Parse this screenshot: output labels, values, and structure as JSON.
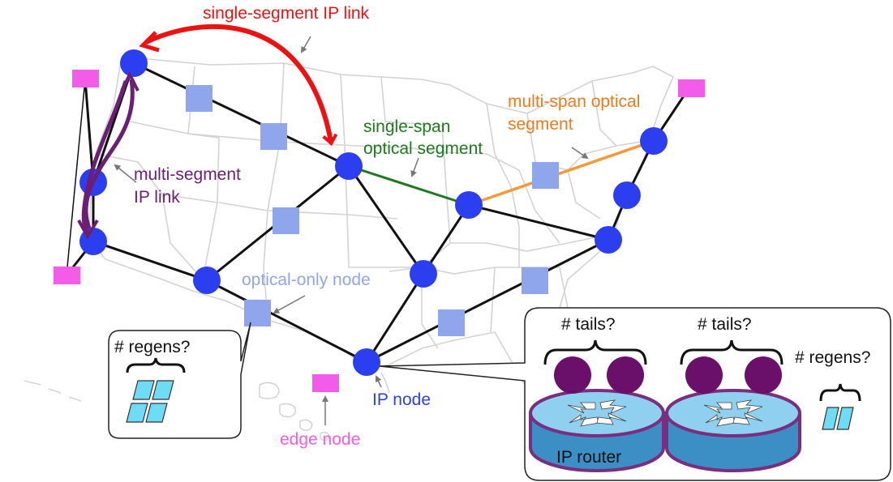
{
  "colors": {
    "ip_node": "#2b3ff0",
    "optical_node": "#8fa6ec",
    "edge_node": "#f25ce8",
    "link_black": "#111111",
    "single_segment_ip": "#ee1111",
    "multi_segment_ip": "#6b1f74",
    "single_span": "#1e7a1e",
    "multi_span": "#f39a3a",
    "router_top": "#8fd0f0",
    "router_side": "#3b8fc4",
    "router_rim": "#7b2e80",
    "tail": "#6a0f6a",
    "regen": "#6fdcf5",
    "map_lines": "#d3d3d3"
  },
  "labels": {
    "single_segment_ip_link": "single-segment IP link",
    "single_span_line1": "single-span",
    "single_span_line2": "optical segment",
    "multi_span_line1": "multi-span optical",
    "multi_span_line2": "segment",
    "multi_segment_line1": "multi-segment",
    "multi_segment_line2": "IP link",
    "optical_only_node": "optical-only node",
    "ip_node": "IP node",
    "edge_node": "edge node",
    "regens_left": "# regens?",
    "tails_1": "# tails?",
    "tails_2": "# tails?",
    "regens_right": "# regens?",
    "ip_router": "IP router"
  }
}
